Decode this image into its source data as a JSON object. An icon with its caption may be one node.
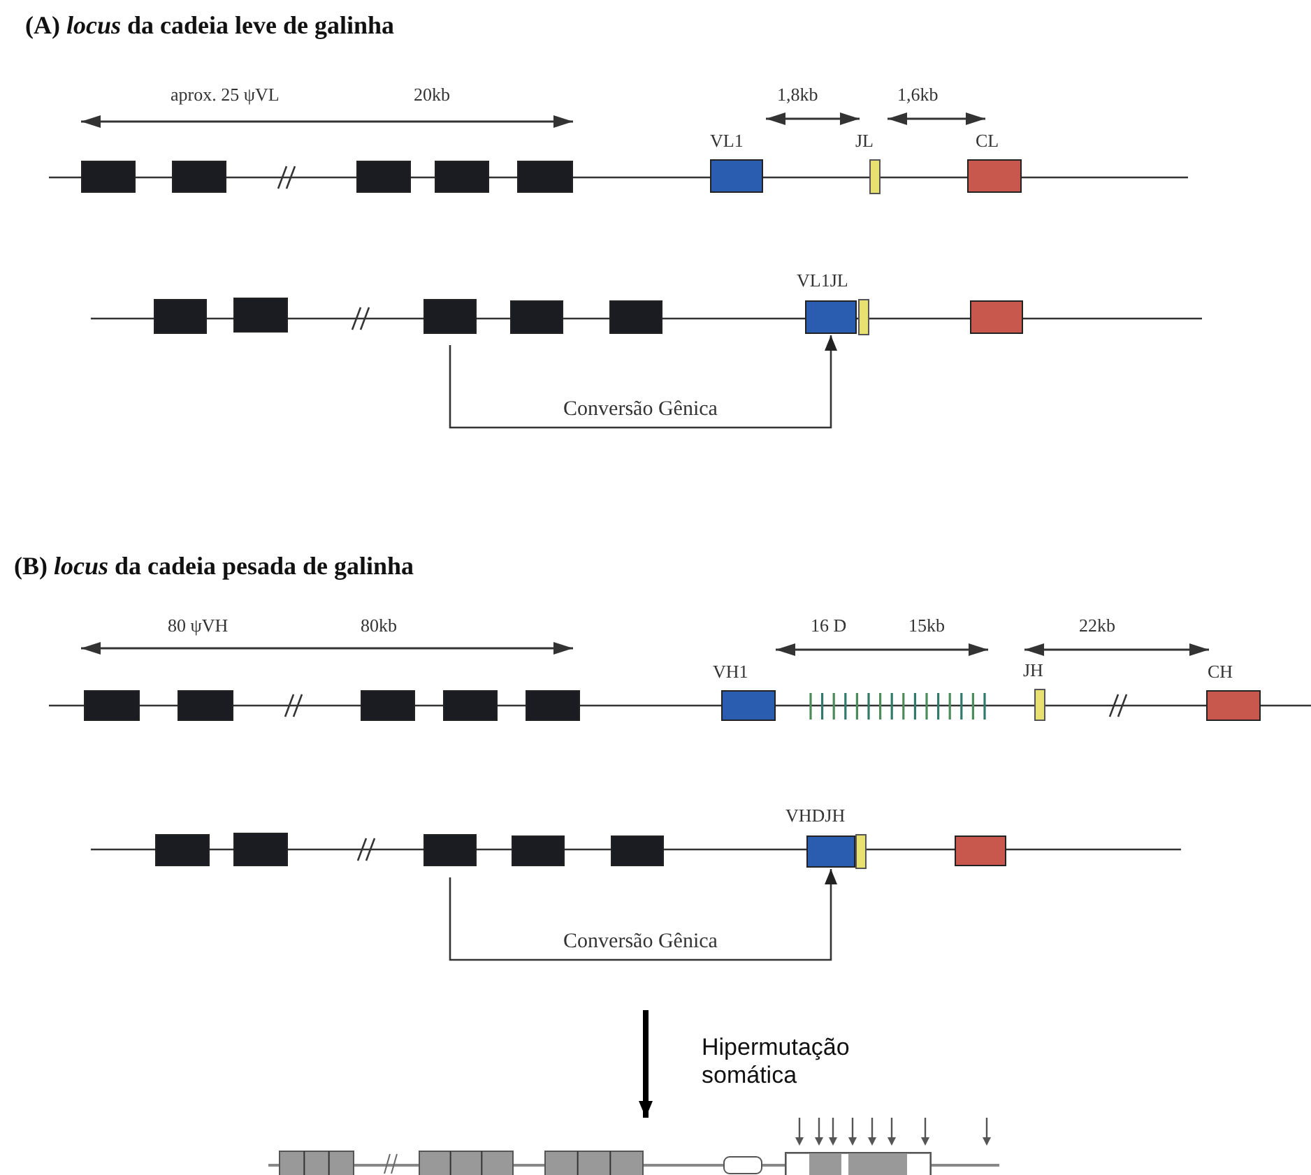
{
  "diagram": {
    "nodes": [
      {
        "text": [],
        "shape": "box"
      },
      {
        "text": [],
        "shape": "box"
      },
      {
        "text": [],
        "shape": "box"
      },
      {
        "text": [],
        "shape": "box"
      },
      {
        "text": [],
        "shape": "box"
      },
      {
        "text": [],
        "shape": "box"
      },
      {
        "text": [],
        "shape": "bar"
      },
      {
        "text": [],
        "shape": "box"
      },
      {
        "text": [],
        "shape": "box"
      },
      {
        "text": [],
        "shape": "box"
      },
      {
        "text": [],
        "shape": "box"
      },
      {
        "text": [],
        "shape": "box"
      },
      {
        "text": [],
        "shape": "box"
      },
      {
        "text": [],
        "shape": "box"
      },
      {
        "text": [],
        "shape": "bar"
      },
      {
        "text": [],
        "shape": "box"
      },
      {
        "text": [],
        "shape": "box"
      },
      {
        "text": [],
        "shape": "box"
      },
      {
        "text": [],
        "shape": "box"
      },
      {
        "text": [],
        "shape": "box"
      },
      {
        "text": [],
        "shape": "box"
      },
      {
        "text": [],
        "shape": "box"
      },
      {
        "text": [],
        "shape": "bar"
      },
      {
        "text": [],
        "shape": "box"
      },
      {
        "text": [],
        "shape": "box"
      },
      {
        "text": [],
        "shape": "box"
      },
      {
        "text": [],
        "shape": "box"
      },
      {
        "text": [],
        "shape": "box"
      },
      {
        "text": [],
        "shape": "box"
      },
      {
        "text": [],
        "shape": "box"
      },
      {
        "text": [],
        "shape": "bar"
      },
      {
        "text": [],
        "shape": "box"
      }
    ],
    "edges": [
      {
        "from": 10,
        "to": 13,
        "arrow": "to",
        "label": "Conversão Gênica"
      },
      {
        "from": 26,
        "to": 29,
        "arrow": "to",
        "label": "Conversão Gênica"
      }
    ],
    "labels": [
      "(A) *locus* da cadeia leve de galinha",
      "aprox. 25 ψVL",
      "20kb",
      "1,8kb",
      "1,6kb",
      "VL1",
      "JL",
      "CL",
      "VL1JL",
      "(B) *locus* da cadeia pesada de galinha",
      "80 ψVH",
      "80kb",
      "16 D",
      "15kb",
      "22kb",
      "VH1",
      "JH",
      "CH",
      "VHDJH",
      "Hipermutação somática"
    ]
  }
}
